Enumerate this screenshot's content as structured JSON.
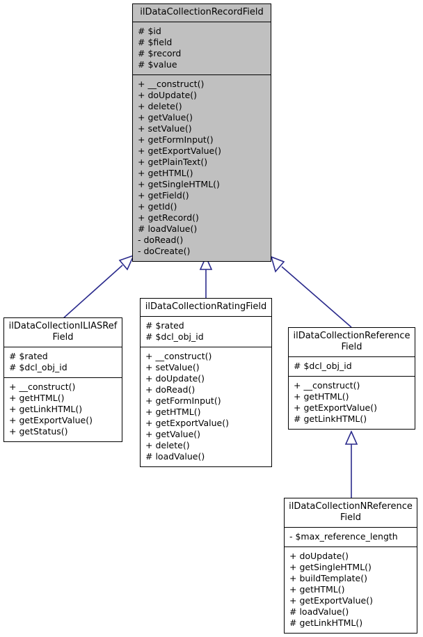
{
  "diagram": {
    "kind": "uml-class-inheritance-diagram",
    "background_color": "#ffffff",
    "edge_color": "#2a2a8c",
    "root_fill_color": "#c0c0c0",
    "box_fill_color": "#ffffff",
    "border_color": "#000000"
  },
  "classes": [
    {
      "id": "record-field",
      "name": "ilDataCollectionRecordField",
      "is_root": true,
      "attributes": [
        "# $id",
        "# $field",
        "# $record",
        "# $value"
      ],
      "operations": [
        "+ __construct()",
        "+ doUpdate()",
        "+ delete()",
        "+ getValue()",
        "+ setValue()",
        "+ getFormInput()",
        "+ getExportValue()",
        "+ getPlainText()",
        "+ getHTML()",
        "+ getSingleHTML()",
        "+ getField()",
        "+ getId()",
        "+ getRecord()",
        "# loadValue()",
        "- doRead()",
        "- doCreate()"
      ]
    },
    {
      "id": "ilias-ref-field",
      "name": "ilDataCollectionILIASRef\nField",
      "is_root": false,
      "attributes": [
        "# $rated",
        "# $dcl_obj_id"
      ],
      "operations": [
        "+ __construct()",
        "+ getHTML()",
        "+ getLinkHTML()",
        "+ getExportValue()",
        "+ getStatus()"
      ]
    },
    {
      "id": "rating-field",
      "name": "ilDataCollectionRatingField",
      "is_root": false,
      "attributes": [
        "# $rated",
        "# $dcl_obj_id"
      ],
      "operations": [
        "+ __construct()",
        "+ setValue()",
        "+ doUpdate()",
        "+ doRead()",
        "+ getFormInput()",
        "+ getHTML()",
        "+ getExportValue()",
        "+ getValue()",
        "+ delete()",
        "# loadValue()"
      ]
    },
    {
      "id": "reference-field",
      "name": "ilDataCollectionReference\nField",
      "is_root": false,
      "attributes": [
        "# $dcl_obj_id"
      ],
      "operations": [
        "+ __construct()",
        "+ getHTML()",
        "+ getExportValue()",
        "# getLinkHTML()"
      ]
    },
    {
      "id": "n-reference-field",
      "name": "ilDataCollectionNReference\nField",
      "is_root": false,
      "attributes": [
        "- $max_reference_length"
      ],
      "operations": [
        "+ doUpdate()",
        "+ getSingleHTML()",
        "+ buildTemplate()",
        "+ getHTML()",
        "+ getExportValue()",
        "# loadValue()",
        "# getLinkHTML()"
      ]
    }
  ],
  "relations": [
    {
      "from": "ilias-ref-field",
      "to": "record-field",
      "type": "inheritance"
    },
    {
      "from": "rating-field",
      "to": "record-field",
      "type": "inheritance"
    },
    {
      "from": "reference-field",
      "to": "record-field",
      "type": "inheritance"
    },
    {
      "from": "n-reference-field",
      "to": "reference-field",
      "type": "inheritance"
    }
  ]
}
